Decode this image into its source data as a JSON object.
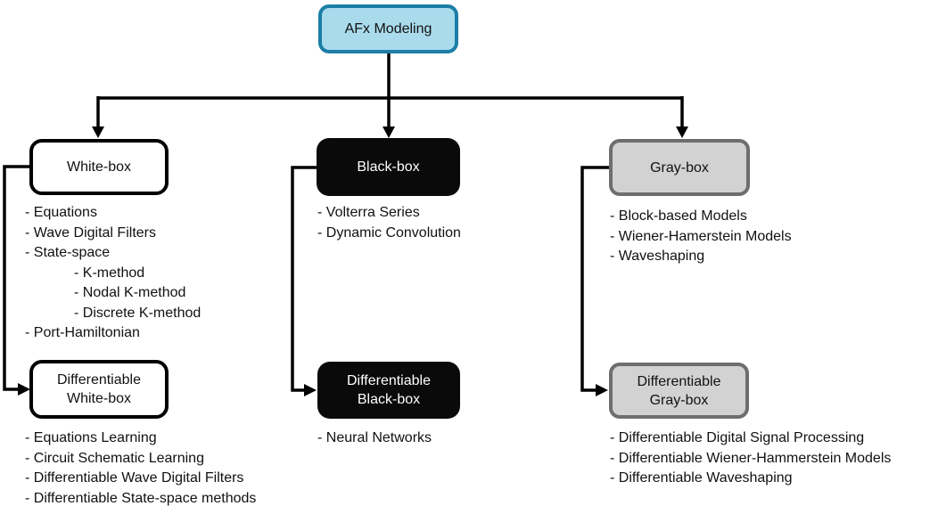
{
  "colors": {
    "root-fill": "#a9dbec",
    "root-border": "#1b7ea6",
    "white-fill": "#ffffff",
    "white-border": "#000000",
    "black-fill": "#0a0a0a",
    "black-text": "#ffffff",
    "gray-fill": "#d2d2d2",
    "gray-border": "#6e6e6e",
    "line": "#000000",
    "text": "#111111"
  },
  "root": {
    "label": "AFx Modeling"
  },
  "columns": [
    {
      "name": "white-box",
      "box": {
        "lines": [
          "White-box"
        ]
      },
      "list": [
        {
          "text": "- Equations",
          "indent": 0
        },
        {
          "text": "- Wave Digital Filters",
          "indent": 0
        },
        {
          "text": "- State-space",
          "indent": 0
        },
        {
          "text": "- K-method",
          "indent": 1
        },
        {
          "text": "- Nodal K-method",
          "indent": 1
        },
        {
          "text": "- Discrete K-method",
          "indent": 1
        },
        {
          "text": "- Port-Hamiltonian",
          "indent": 0
        }
      ],
      "diff_box": {
        "lines": [
          "Differentiable",
          "White-box"
        ]
      },
      "diff_list": [
        {
          "text": "- Equations Learning",
          "indent": 0
        },
        {
          "text": "- Circuit Schematic Learning",
          "indent": 0
        },
        {
          "text": "- Differentiable Wave Digital Filters",
          "indent": 0
        },
        {
          "text": "- Differentiable State-space methods",
          "indent": 0
        }
      ]
    },
    {
      "name": "black-box",
      "box": {
        "lines": [
          "Black-box"
        ]
      },
      "list": [
        {
          "text": "- Volterra Series",
          "indent": 0
        },
        {
          "text": "- Dynamic Convolution",
          "indent": 0
        }
      ],
      "diff_box": {
        "lines": [
          "Differentiable",
          "Black-box"
        ]
      },
      "diff_list": [
        {
          "text": "- Neural Networks",
          "indent": 0
        }
      ]
    },
    {
      "name": "gray-box",
      "box": {
        "lines": [
          "Gray-box"
        ]
      },
      "list": [
        {
          "text": "- Block-based Models",
          "indent": 0
        },
        {
          "text": "- Wiener-Hamerstein Models",
          "indent": 0
        },
        {
          "text": "- Waveshaping",
          "indent": 0
        }
      ],
      "diff_box": {
        "lines": [
          "Differentiable",
          "Gray-box"
        ]
      },
      "diff_list": [
        {
          "text": "- Differentiable Digital Signal Processing",
          "indent": 0
        },
        {
          "text": "- Differentiable Wiener-Hammerstein Models",
          "indent": 0
        },
        {
          "text": "- Differentiable Waveshaping",
          "indent": 0
        }
      ]
    }
  ]
}
